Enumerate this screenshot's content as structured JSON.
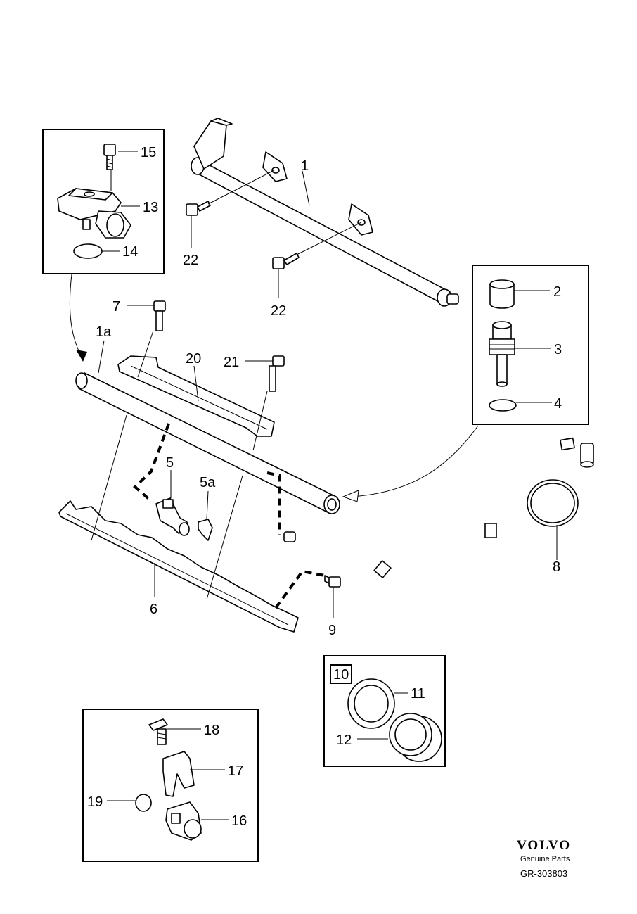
{
  "labels": {
    "p1": "1",
    "p1a": "1a",
    "p2": "2",
    "p3": "3",
    "p4": "4",
    "p5": "5",
    "p5a": "5a",
    "p6": "6",
    "p7": "7",
    "p8": "8",
    "p9": "9",
    "p10": "10",
    "p11": "11",
    "p12": "12",
    "p13": "13",
    "p14": "14",
    "p15": "15",
    "p16": "16",
    "p17": "17",
    "p18": "18",
    "p19": "19",
    "p20": "20",
    "p21": "21",
    "p22a": "22",
    "p22b": "22"
  },
  "brand": {
    "logo_text": "VOLVO",
    "subtitle": "Genuine Parts",
    "code": "GR-303803"
  }
}
